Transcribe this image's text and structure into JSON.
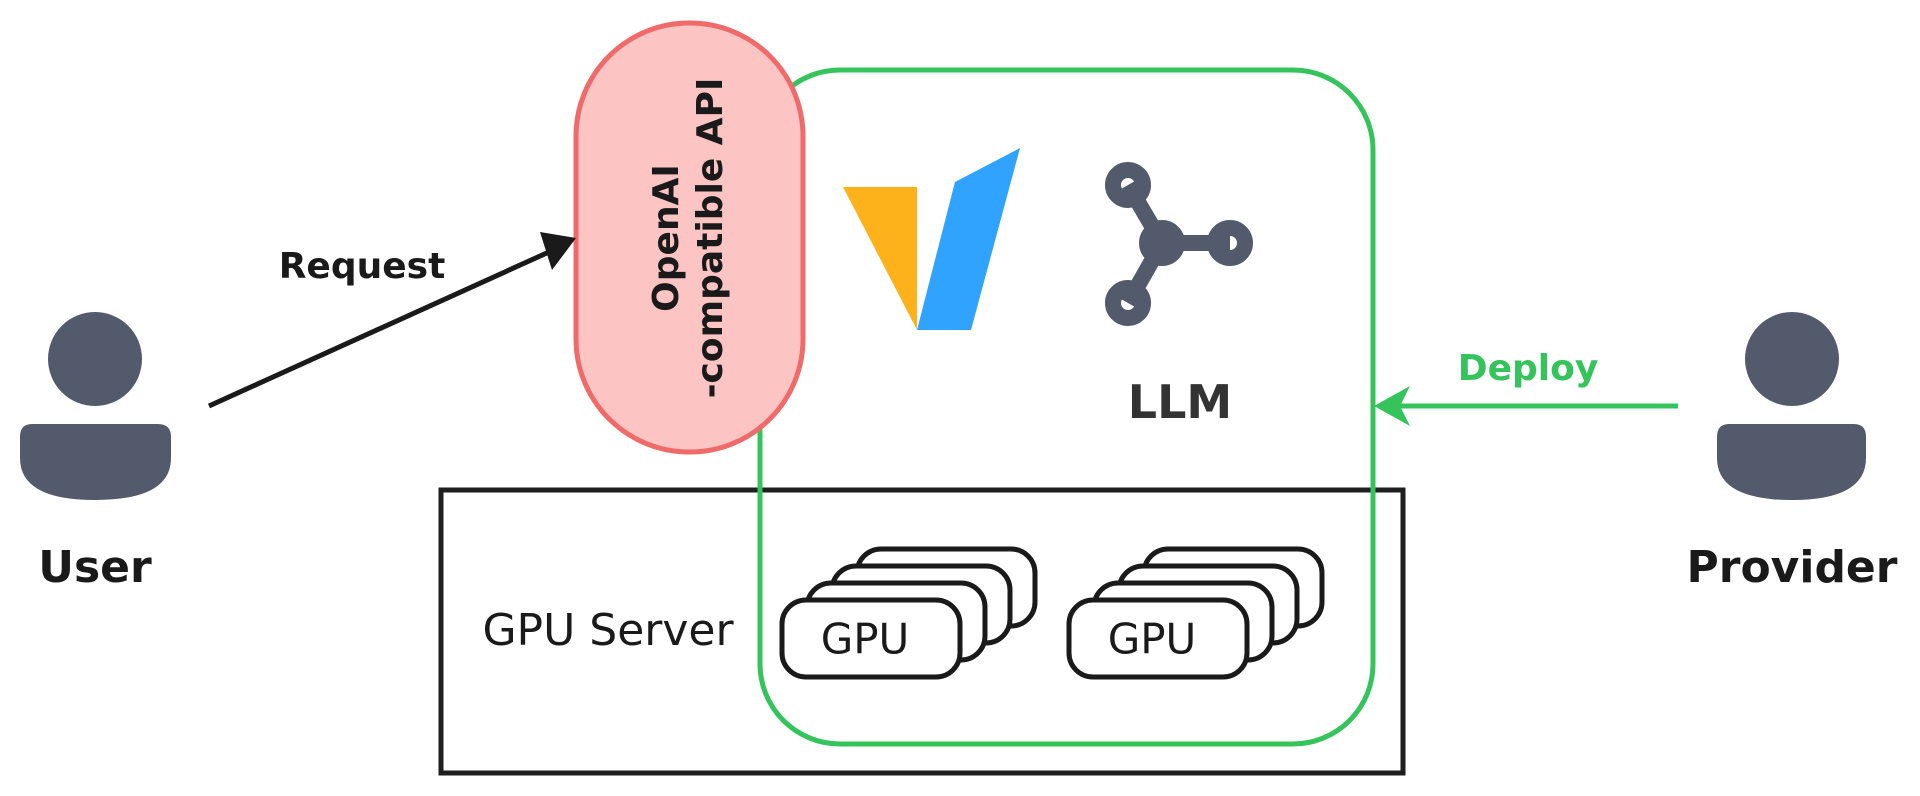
{
  "actors": {
    "user": {
      "label": "User",
      "icon": "person-icon"
    },
    "provider": {
      "label": "Provider",
      "icon": "person-icon"
    }
  },
  "arrows": {
    "request": {
      "label": "Request",
      "from": "User",
      "to": "OpenAI -compatible API",
      "color": "#1a1a1a"
    },
    "deploy": {
      "label": "Deploy",
      "from": "Provider",
      "to": "LLM",
      "color": "#35c45c"
    }
  },
  "api": {
    "line1": "OpenAI",
    "line2": "-compatible API",
    "fill": "#fdc4c4",
    "stroke": "#f06a6a"
  },
  "llm_box": {
    "label": "LLM",
    "stroke": "#35c45c",
    "logo": "vllm-logo",
    "logo_colors": {
      "left": "#fdb21c",
      "right": "#30a2ff"
    },
    "icon": "network-nodes-icon",
    "icon_color": "#525a6b"
  },
  "gpu_server": {
    "label": "GPU Server",
    "stacks": [
      {
        "label": "GPU",
        "count": 4
      },
      {
        "label": "GPU",
        "count": 4
      }
    ]
  },
  "colors": {
    "person": "#525a6b",
    "text_dark": "#1a1a1a",
    "llm_text": "#333333"
  }
}
